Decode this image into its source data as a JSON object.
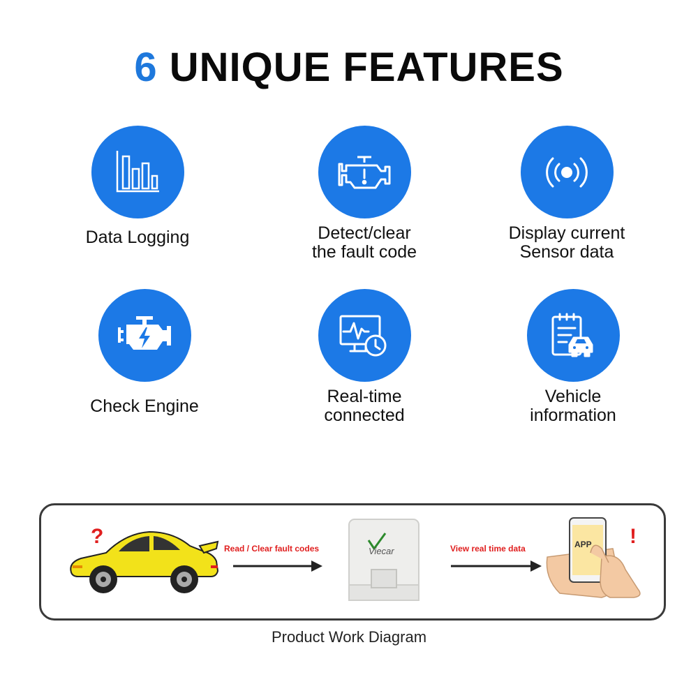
{
  "header": {
    "number": "6",
    "title": "UNIQUE FEATURES"
  },
  "features": [
    {
      "lines": [
        "Data Logging"
      ],
      "icon": "bar-chart-icon"
    },
    {
      "lines": [
        "Detect/clear",
        "the fault code"
      ],
      "icon": "engine-warning-icon"
    },
    {
      "lines": [
        "Display current",
        "Sensor data"
      ],
      "icon": "sensor-signal-icon"
    },
    {
      "lines": [
        "Check Engine"
      ],
      "icon": "engine-bolt-icon"
    },
    {
      "lines": [
        "Real-time",
        "connected"
      ],
      "icon": "monitor-clock-icon"
    },
    {
      "lines": [
        "Vehicle",
        "information"
      ],
      "icon": "clipboard-car-icon"
    }
  ],
  "diagram": {
    "step1": "Read / Clear fault codes",
    "step2": "View real time data",
    "device_brand": "Viecar",
    "app_label": "APP",
    "question": "?",
    "exclaim": "!",
    "caption": "Product Work Diagram"
  },
  "colors": {
    "accent": "#1c79e6",
    "alert": "#e01e1e",
    "car": "#f2e21a"
  }
}
